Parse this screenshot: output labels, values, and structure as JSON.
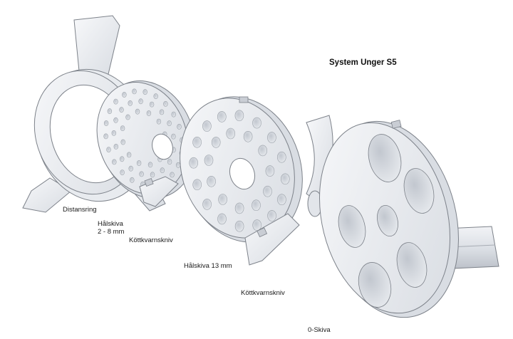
{
  "title": "System Unger S5",
  "labels": {
    "distansring": "Distansring",
    "halskiva_small_line1": "Hålskiva",
    "halskiva_small_line2": "2 - 8 mm",
    "kottkvarnskniv_1": "Köttkvarnskniv",
    "halskiva_13": "Hålskiva 13 mm",
    "kottkvarnskniv_2": "Köttkvarnskniv",
    "noll_skiva": "0-Skiva"
  },
  "colors": {
    "part_fill": "#eef0f3",
    "part_shadow": "#c9cdd4",
    "hole_fill": "#d3d7de",
    "outline": "#7d828a"
  }
}
